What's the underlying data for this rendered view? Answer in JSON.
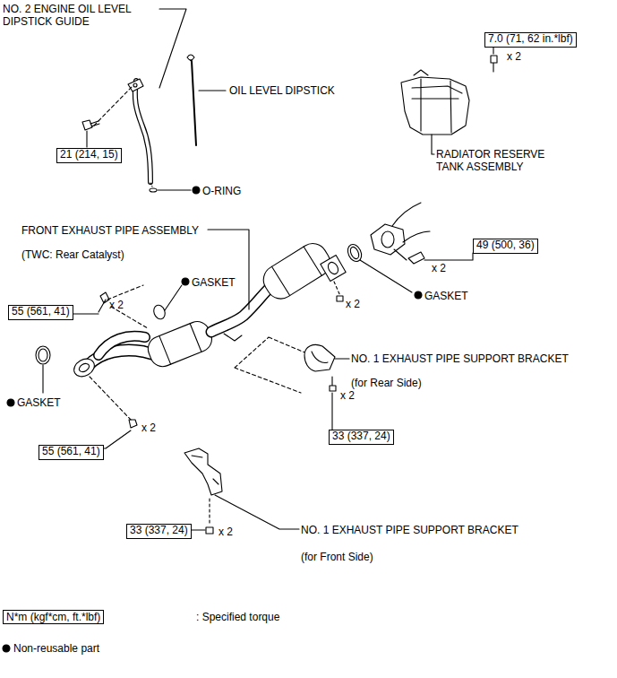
{
  "diagram": {
    "nodes": [
      {
        "text": [
          "7.0 (71, 62 in.*lbf)"
        ]
      },
      {
        "text": [
          "21 (214, 15)"
        ]
      },
      {
        "text": [
          "55 (561, 41)"
        ]
      },
      {
        "text": [
          "49 (500, 36)"
        ]
      },
      {
        "text": [
          "33 (337, 24)"
        ]
      },
      {
        "text": [
          "55 (561, 41)"
        ]
      },
      {
        "text": [
          "33 (337, 24)"
        ]
      }
    ],
    "labels": [
      "NO. 2 ENGINE OIL LEVEL DIPSTICK GUIDE",
      "OIL LEVEL DIPSTICK",
      "x 2",
      "RADIATOR RESERVE TANK ASSEMBLY",
      "O-RING",
      "FRONT EXHAUST PIPE ASSEMBLY",
      "(TWC: Rear Catalyst)",
      "GASKET",
      "x 2",
      "x 2",
      "GASKET",
      "x 2",
      "NO. 1 EXHAUST PIPE SUPPORT BRACKET",
      "(for Rear Side)",
      "x 2",
      "GASKET",
      "x 2",
      "NO. 1 EXHAUST PIPE SUPPORT BRACKET",
      "(for Front Side)",
      "x 2",
      "N*m (kgf*cm, ft.*lbf)"
    ],
    "legend": [
      {
        "text": ": Specified torque"
      },
      {
        "text": "Non-reusable part"
      }
    ]
  }
}
